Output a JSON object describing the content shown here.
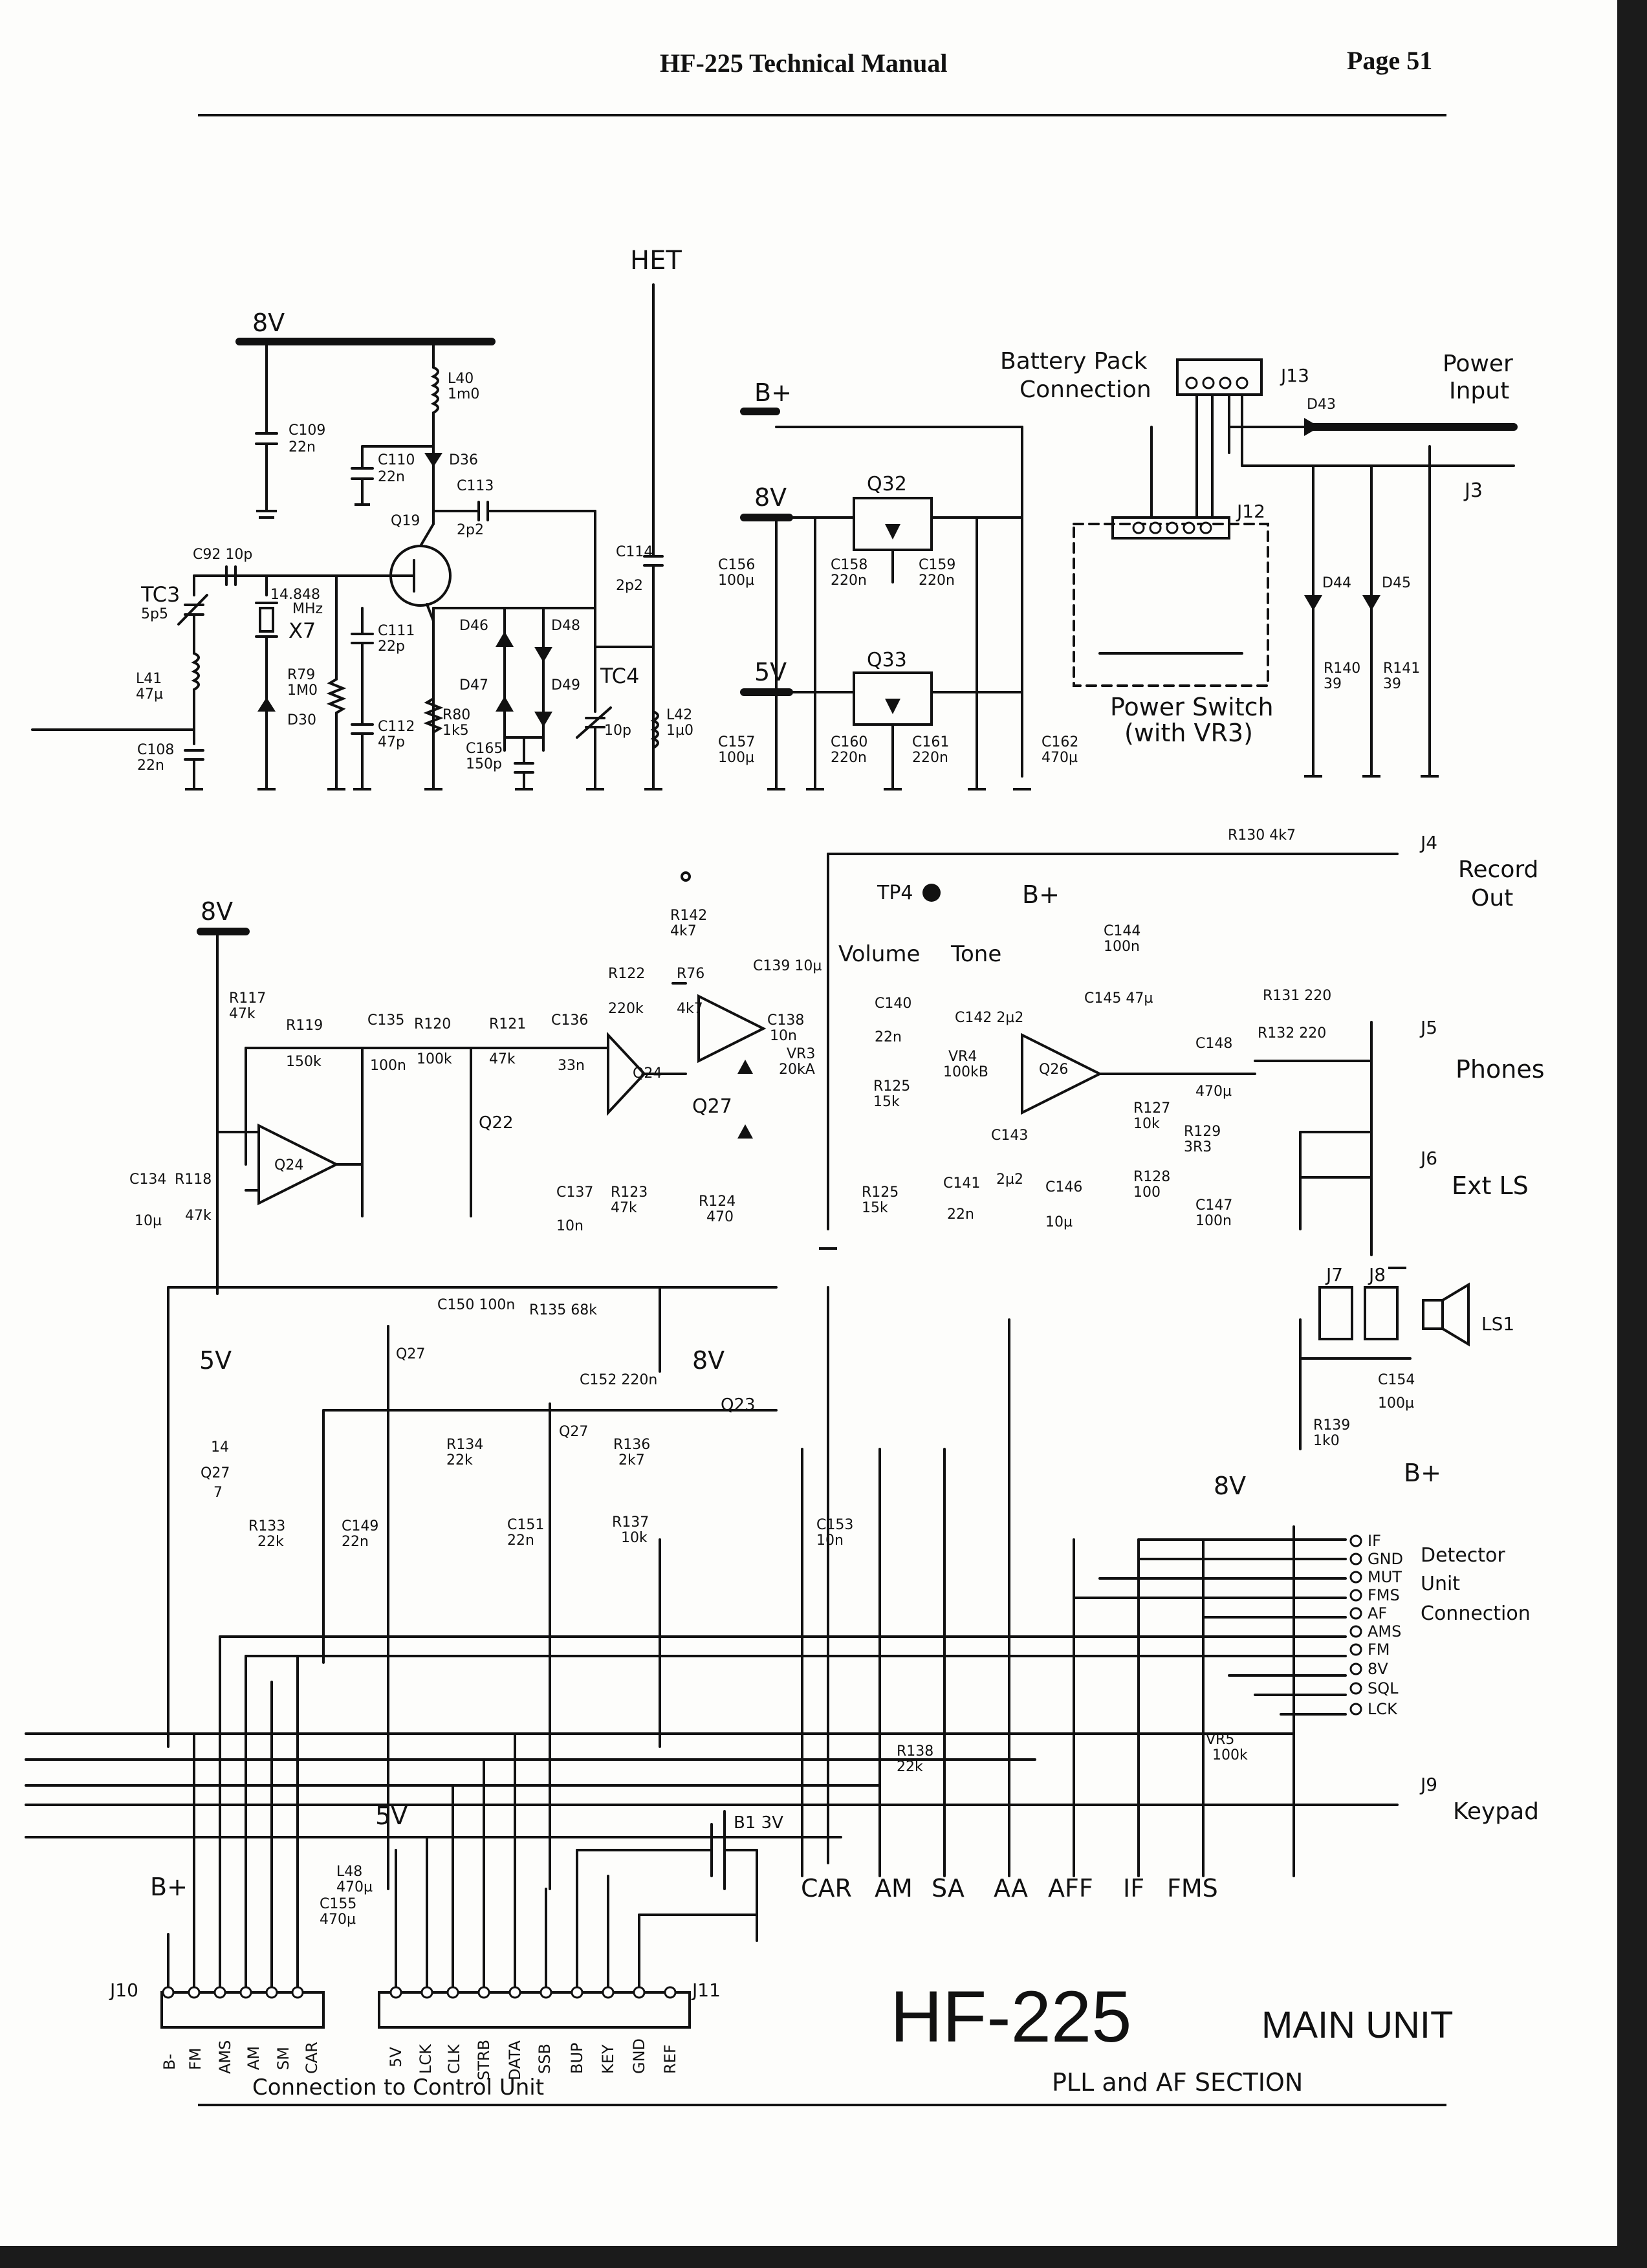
{
  "header": {
    "manual_title": "HF-225 Technical Manual",
    "page_number": "Page 51"
  },
  "footer": {
    "connection_label": "Connection to Control Unit",
    "title_main": "HF-225",
    "title_sub": "MAIN UNIT",
    "section": "PLL and AF SECTION"
  },
  "rails": {
    "v8": "8V",
    "v5": "5V",
    "bplus": "B+"
  },
  "signals": {
    "het": "HET",
    "tp4": "TP4"
  },
  "labels": {
    "battery_pack": [
      "Battery Pack",
      "Connection"
    ],
    "power_input": [
      "Power",
      "Input"
    ],
    "power_switch": [
      "Power Switch",
      "(with VR3)"
    ],
    "record_out": [
      "Record",
      "Out"
    ],
    "phones": "Phones",
    "ext_ls": "Ext LS",
    "keypad": "Keypad",
    "detector": [
      "Detector",
      "Unit",
      "Connection"
    ],
    "volume": "Volume",
    "tone": "Tone"
  },
  "components": {
    "L40": [
      "L40",
      "1m0"
    ],
    "C109": [
      "C109",
      "22n"
    ],
    "C110": [
      "C110",
      "22n"
    ],
    "D36": "D36",
    "C113": [
      "C113",
      "2p2"
    ],
    "Q19": "Q19",
    "C92": "C92 10p",
    "TC3": [
      "TC3",
      "5p5"
    ],
    "X7": [
      "14.848",
      "MHz",
      "X7"
    ],
    "C111": [
      "C111",
      "22p"
    ],
    "C112": [
      "C112",
      "47p"
    ],
    "R79": [
      "R79",
      "1M0"
    ],
    "R80": [
      "R80",
      "1k5"
    ],
    "L41": [
      "L41",
      "47µ"
    ],
    "D30": "D30",
    "C108": [
      "C108",
      "22n"
    ],
    "D46": "D46",
    "D47": "D47",
    "D48": "D48",
    "D49": "D49",
    "C165": [
      "C165",
      "150p"
    ],
    "C114": [
      "C114",
      "2p2"
    ],
    "TC4": [
      "TC4",
      "10p"
    ],
    "L42": [
      "L42",
      "1µ0"
    ],
    "Q32": "Q32",
    "Q33": "Q33",
    "C156": [
      "C156",
      "100µ"
    ],
    "C158": [
      "C158",
      "220n"
    ],
    "C159": [
      "C159",
      "220n"
    ],
    "C157": [
      "C157",
      "100µ"
    ],
    "C160": [
      "C160",
      "220n"
    ],
    "C161": [
      "C161",
      "220n"
    ],
    "C162": [
      "C162",
      "470µ"
    ],
    "J13": "J13",
    "J12": "J12",
    "D43": "D43",
    "J3": "J3",
    "D44": "D44",
    "D45": "D45",
    "R140": [
      "R140",
      "39"
    ],
    "R141": [
      "R141",
      "39"
    ],
    "R130": "R130 4k7",
    "J4": "J4",
    "C144": [
      "C144",
      "100n"
    ],
    "R142": [
      "R142",
      "4k7"
    ],
    "R117": [
      "R117",
      "47k"
    ],
    "R119": [
      "R119",
      "150k"
    ],
    "C135": [
      "C135",
      "100n"
    ],
    "R120": [
      "R120",
      "100k"
    ],
    "R121": [
      "R121",
      "47k"
    ],
    "C136": [
      "C136",
      "33n"
    ],
    "R122": [
      "R122",
      "220k"
    ],
    "R76": [
      "R76",
      "4k7"
    ],
    "C139": "C139 10µ",
    "C138": [
      "C138",
      "10n"
    ],
    "VR3": [
      "VR3",
      "20kA"
    ],
    "C140": [
      "C140",
      "22n"
    ],
    "R125a": [
      "R125",
      "15k"
    ],
    "R125b": [
      "R125",
      "15k"
    ],
    "C141": [
      "C141",
      "22n"
    ],
    "C142": "C142 2µ2",
    "VR4": [
      "VR4",
      "100kB"
    ],
    "C145": "C145 47µ",
    "Q26": "Q26",
    "C148": [
      "C148",
      "470µ"
    ],
    "R131": "R131 220",
    "R132": "R132 220",
    "J5": "J5",
    "C143": [
      "C143",
      "2µ2"
    ],
    "C146": [
      "C146",
      "10µ"
    ],
    "R127": [
      "R127",
      "10k"
    ],
    "R128": [
      "R128",
      "100"
    ],
    "R129": [
      "R129",
      "3R3"
    ],
    "C147": [
      "C147",
      "100n"
    ],
    "J6": "J6",
    "J7": "J7",
    "J8": "J8",
    "LS1": "LS1",
    "C154": [
      "C154",
      "100µ"
    ],
    "R139": [
      "R139",
      "1k0"
    ],
    "Q24a": "Q24",
    "Q24b": "Q24",
    "Q27": "Q27",
    "Q22": "Q22",
    "C134": [
      "C134",
      "10µ"
    ],
    "R118": [
      "R118",
      "47k"
    ],
    "C137": [
      "C137",
      "10n"
    ],
    "R123": [
      "R123",
      "47k"
    ],
    "R124": [
      "R124",
      "470"
    ],
    "C150": "C150 100n",
    "R135": "R135 68k",
    "C152": "C152 220n",
    "Q23": "Q23",
    "R134": [
      "R134",
      "22k"
    ],
    "R136": [
      "R136",
      "2k7"
    ],
    "R137": [
      "R137",
      "10k"
    ],
    "C151": [
      "C151",
      "22n"
    ],
    "C153": [
      "C153",
      "10n"
    ],
    "R133": [
      "R133",
      "22k"
    ],
    "C149": [
      "C149",
      "22n"
    ],
    "R138": [
      "R138",
      "22k"
    ],
    "B1": "B1 3V",
    "L48": [
      "L48",
      "470µ"
    ],
    "C155": [
      "C155",
      "470µ"
    ],
    "VR5": [
      "VR5",
      "100k"
    ],
    "J9": "J9",
    "J10": "J10",
    "J11": "J11"
  },
  "pins": {
    "q27_power": [
      "14",
      "Q27",
      "7"
    ],
    "detector": [
      "IF",
      "GND",
      "MUT",
      "FMS",
      "AF",
      "AMS",
      "FM",
      "8V",
      "SQL",
      "LCK"
    ],
    "j10": [
      "B-",
      "FM",
      "AMS",
      "AM",
      "SM",
      "CAR"
    ],
    "j11": [
      "5V",
      "LCK",
      "CLK",
      "STRB",
      "DATA",
      "SSB",
      "BUP",
      "KEY",
      "GND",
      "REF"
    ],
    "bus": [
      "CAR",
      "AM",
      "SA",
      "AA",
      "AFF",
      "IF",
      "FMS"
    ]
  }
}
